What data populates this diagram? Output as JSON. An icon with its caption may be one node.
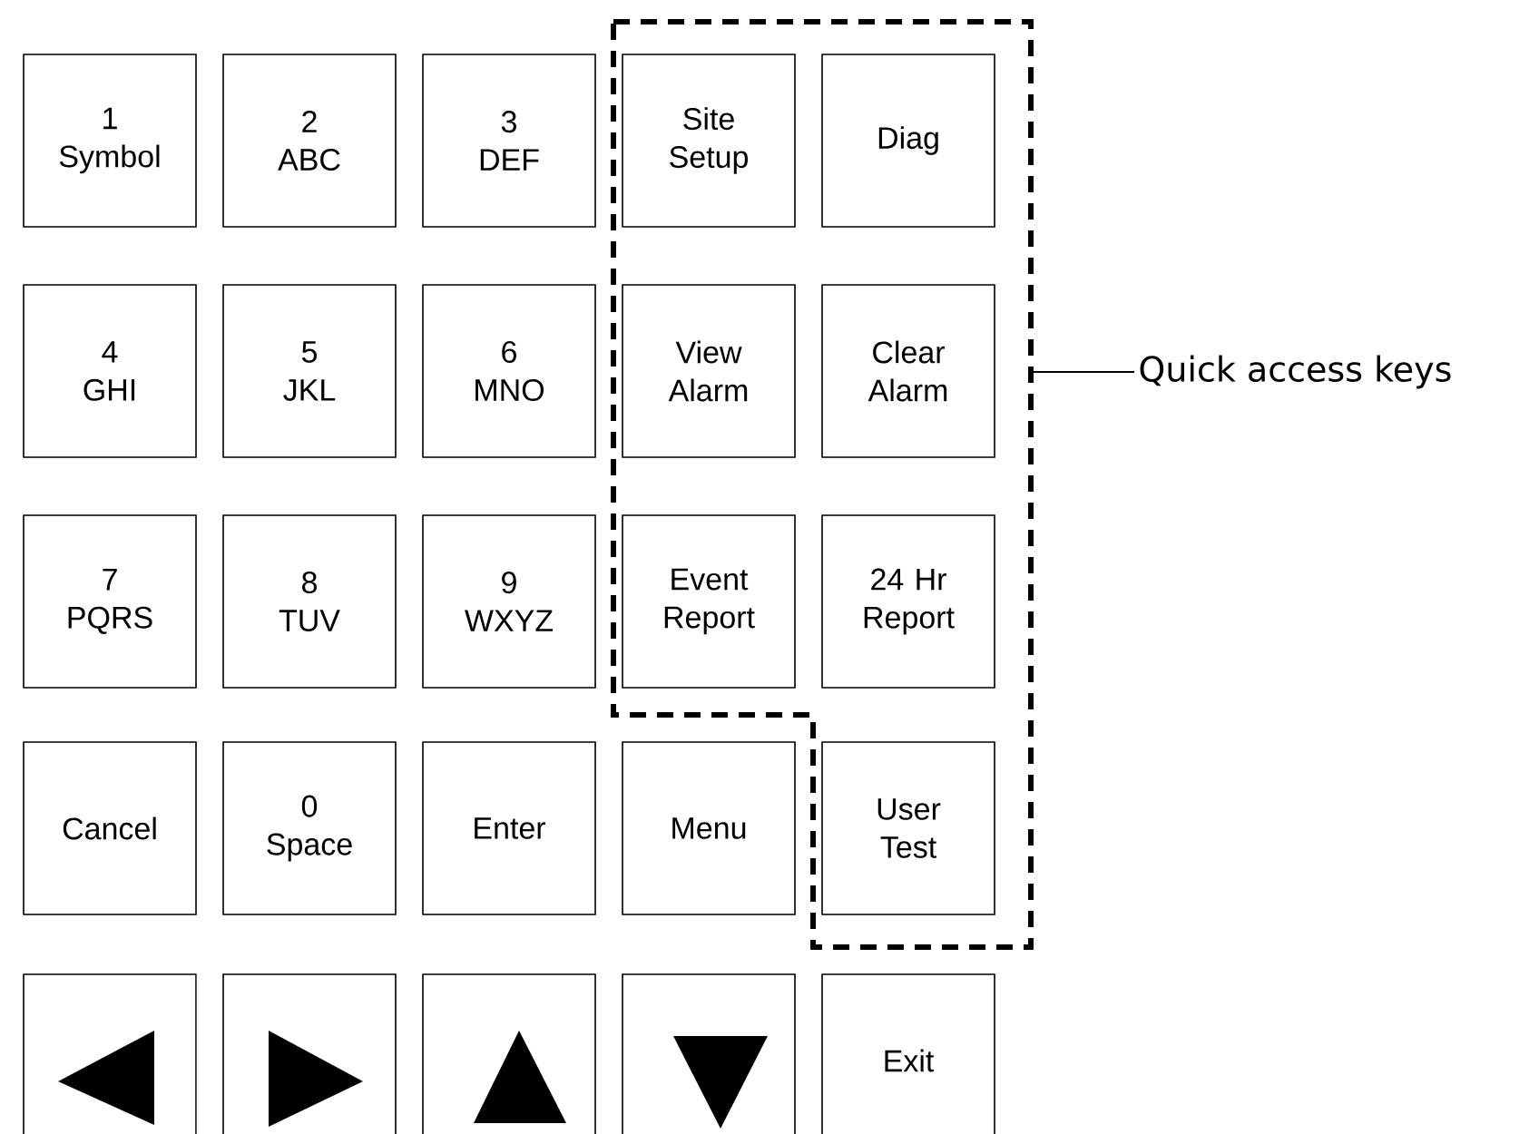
{
  "diagram": {
    "nodes": [
      {
        "text": [],
        "shape": "box"
      },
      {
        "text": [
          "1 Symbol"
        ]
      },
      {
        "text": [
          "2 ABC"
        ]
      },
      {
        "text": [
          "3 DEF"
        ]
      },
      {
        "text": [
          "Site Setup"
        ],
        "in": 0
      },
      {
        "text": [
          "Diag"
        ],
        "in": 0
      },
      {
        "text": [
          "4 GHI"
        ]
      },
      {
        "text": [
          "5 JKL"
        ]
      },
      {
        "text": [
          "6 MNO"
        ]
      },
      {
        "text": [
          "View Alarm"
        ],
        "in": 0
      },
      {
        "text": [
          "Clear Alarm"
        ],
        "in": 0
      },
      {
        "text": [
          "7 PQRS"
        ]
      },
      {
        "text": [
          "8 TUV"
        ]
      },
      {
        "text": [
          "9 WXYZ"
        ]
      },
      {
        "text": [
          "Event Report"
        ],
        "in": 0
      },
      {
        "text": [
          "24 Hr Report"
        ],
        "in": 0
      },
      {
        "text": [
          "Cancel"
        ]
      },
      {
        "text": [
          "0 Space"
        ]
      },
      {
        "text": [
          "Enter"
        ]
      },
      {
        "text": [
          "Menu"
        ]
      },
      {
        "text": [
          "User Test"
        ],
        "in": 0
      },
      {
        "text": [],
        "shape": "box"
      },
      {
        "text": [],
        "shape": "box"
      },
      {
        "text": [],
        "shape": "box"
      },
      {
        "text": [],
        "shape": "box"
      },
      {
        "text": [
          "Exit"
        ]
      },
      {
        "text": [
          "Quick access keys"
        ]
      }
    ],
    "edges": [
      {
        "from": 26,
        "to": 0,
        "arrow": "none"
      }
    ]
  }
}
